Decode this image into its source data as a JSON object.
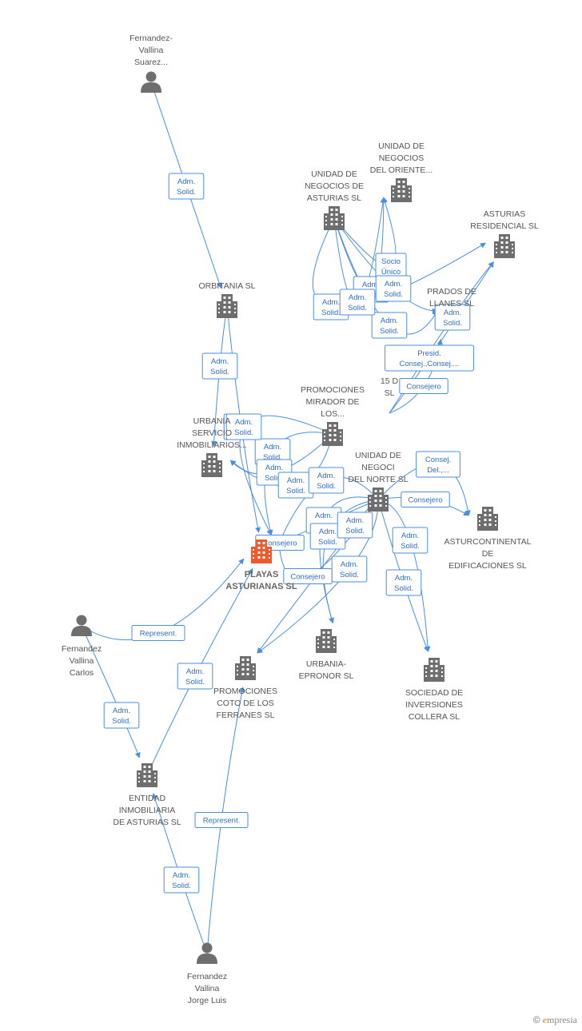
{
  "colors": {
    "edge": "#4a8fe0",
    "node": "#6e6e6e",
    "focus": "#ef5a2d"
  },
  "nodes": [
    {
      "id": "fvs",
      "type": "person",
      "icon": "person-icon",
      "label": [
        "Fernandez-",
        "Vallina",
        "Suarez..."
      ]
    },
    {
      "id": "orb",
      "type": "company",
      "icon": "building-icon",
      "label": [
        "ORBITANIA SL"
      ]
    },
    {
      "id": "una",
      "type": "company",
      "icon": "building-icon",
      "label": [
        "UNIDAD DE",
        "NEGOCIOS DE",
        "ASTURIAS SL"
      ]
    },
    {
      "id": "uno",
      "type": "company",
      "icon": "building-icon",
      "label": [
        "UNIDAD DE",
        "NEGOCIOS",
        "DEL ORIENTE..."
      ]
    },
    {
      "id": "ars",
      "type": "company",
      "icon": "building-icon",
      "label": [
        "ASTURIAS",
        "RESIDENCIAL SL"
      ]
    },
    {
      "id": "pra",
      "type": "company",
      "icon": "building-icon",
      "label": [
        "PRADOS DE",
        "LLANES SL"
      ]
    },
    {
      "id": "u15",
      "type": "company",
      "icon": "building-icon",
      "label": [
        "15 D",
        "SL"
      ]
    },
    {
      "id": "pml",
      "type": "company",
      "icon": "building-icon",
      "label": [
        "PROMOCIONES",
        "MIRADOR DE",
        "LOS..."
      ]
    },
    {
      "id": "usi",
      "type": "company",
      "icon": "building-icon",
      "label": [
        "URBANIA",
        "SERVICIO",
        "INMOBILIARIOS..."
      ]
    },
    {
      "id": "unn",
      "type": "company",
      "icon": "building-icon",
      "label": [
        "UNIDAD DE",
        "NEGOCI",
        "DEL NORTE SL"
      ]
    },
    {
      "id": "ace",
      "type": "company",
      "icon": "building-icon",
      "label": [
        "ASTURCONTINENTAL",
        "DE",
        "EDIFICACIONES SL"
      ]
    },
    {
      "id": "pas",
      "type": "focus",
      "icon": "building-icon",
      "label": [
        "PLAYAS",
        "ASTURIANAS SL"
      ]
    },
    {
      "id": "fvc",
      "type": "person",
      "icon": "person-icon",
      "label": [
        "Fernandez",
        "Vallina",
        "Carlos"
      ]
    },
    {
      "id": "upe",
      "type": "company",
      "icon": "building-icon",
      "label": [
        "URBANIA-",
        "EPRONOR SL"
      ]
    },
    {
      "id": "pcf",
      "type": "company",
      "icon": "building-icon",
      "label": [
        "PROMOCIONES",
        "COTO DE LOS",
        "FERRANES SL"
      ]
    },
    {
      "id": "sic",
      "type": "company",
      "icon": "building-icon",
      "label": [
        "SOCIEDAD DE",
        "INVERSIONES",
        "COLLERA SL"
      ]
    },
    {
      "id": "eia",
      "type": "company",
      "icon": "building-icon",
      "label": [
        "ENTIDAD",
        "INMOBILIARIA",
        "DE ASTURIAS SL"
      ]
    },
    {
      "id": "fvj",
      "type": "person",
      "icon": "person-icon",
      "label": [
        "Fernandez",
        "Vallina",
        "Jorge Luis"
      ]
    }
  ],
  "relations": [
    {
      "from": "fvs",
      "to": "orb",
      "label": [
        "Adm.",
        "Solid."
      ]
    },
    {
      "from": "orb",
      "to": "usi",
      "label": [
        "Adm.",
        "Solid."
      ]
    },
    {
      "from": "orb",
      "to": "pas",
      "label": [
        "Adm.",
        "Solid."
      ]
    },
    {
      "from": "una",
      "to": "uno",
      "label": [
        "Socio",
        "Único"
      ]
    },
    {
      "from": "una",
      "to": "uno",
      "label": [
        "Adm.",
        "Solid."
      ]
    },
    {
      "from": "una",
      "to": "pra",
      "label": [
        "Adm.",
        "Solid."
      ]
    },
    {
      "from": "una",
      "to": "ars",
      "label": [
        "Adm.",
        "Solid."
      ]
    },
    {
      "from": "una",
      "to": "pra",
      "label": [
        "Adm.",
        "Solid."
      ]
    },
    {
      "from": "una",
      "to": "uno",
      "label": [
        "Adm.",
        "Solid."
      ]
    },
    {
      "from": "u15",
      "to": "ars",
      "label": [
        "Adm.",
        "Solid."
      ]
    },
    {
      "from": "u15",
      "to": "ars",
      "label": [
        "Presid.",
        "Consej.,Consej...."
      ]
    },
    {
      "from": "u15",
      "to": "pra",
      "label": [
        "Consejero"
      ]
    },
    {
      "from": "pml",
      "to": "pas",
      "label": [
        "Adm.",
        "Solid."
      ]
    },
    {
      "from": "pml",
      "to": "usi",
      "label": [
        "Adm.",
        "Solid."
      ]
    },
    {
      "from": "pml",
      "to": "usi",
      "label": [
        "Adm.",
        "Solid."
      ]
    },
    {
      "from": "pml",
      "to": "pas",
      "label": [
        "Adm.",
        "Solid."
      ]
    },
    {
      "from": "unn",
      "to": "ace",
      "label": [
        "Consej.",
        "Del.,..."
      ]
    },
    {
      "from": "unn",
      "to": "ace",
      "label": [
        "Consejero"
      ]
    },
    {
      "from": "unn",
      "to": "pas",
      "label": [
        "Adm.",
        "Solid."
      ]
    },
    {
      "from": "unn",
      "to": "upe",
      "label": [
        "Adm.",
        "Solid."
      ]
    },
    {
      "from": "unn",
      "to": "upe",
      "label": [
        "Adm.",
        "Solid."
      ]
    },
    {
      "from": "unn",
      "to": "sic",
      "label": [
        "Adm.",
        "Solid."
      ]
    },
    {
      "from": "unn",
      "to": "sic",
      "label": [
        "Adm.",
        "Solid."
      ]
    },
    {
      "from": "unn",
      "to": "pcf",
      "label": [
        "Adm.",
        "Solid."
      ]
    },
    {
      "from": "unn",
      "to": "pcf",
      "label": [
        "Adm.",
        "Solid."
      ]
    },
    {
      "from": "unn",
      "to": "pas",
      "label": [
        "Consejero"
      ]
    },
    {
      "from": "unn",
      "to": "pas",
      "label": [
        "Consejero"
      ]
    },
    {
      "from": "fvc",
      "to": "pas",
      "label": [
        "Represent."
      ]
    },
    {
      "from": "fvc",
      "to": "eia",
      "label": [
        "Adm.",
        "Solid."
      ]
    },
    {
      "from": "eia",
      "to": "pas",
      "label": [
        "Adm.",
        "Solid."
      ]
    },
    {
      "from": "fvj",
      "to": "eia",
      "label": [
        "Adm.",
        "Solid."
      ]
    },
    {
      "from": "fvj",
      "to": "pcf",
      "label": [
        "Represent."
      ]
    }
  ],
  "watermark": {
    "copyright": "©",
    "brand_initial": "e",
    "brand_rest": "mpresia"
  }
}
